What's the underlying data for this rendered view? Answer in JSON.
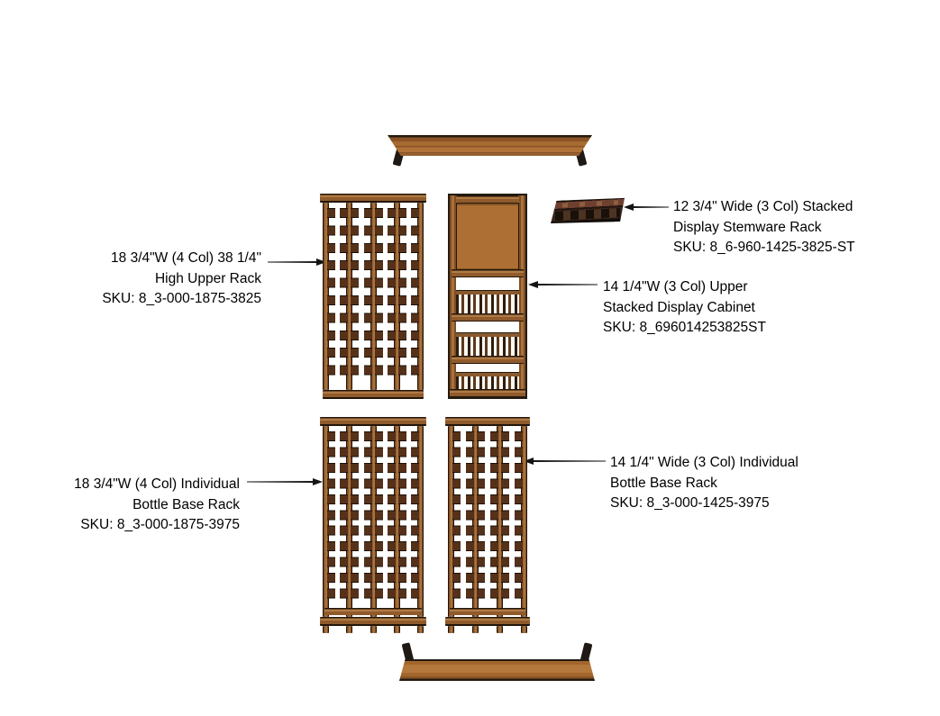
{
  "parts": [
    {
      "id": "upper-rack-4col",
      "label_lines": [
        "18 3/4\"W (4 Col) 38 1/4\"",
        "High Upper Rack",
        "SKU: 8_3-000-1875-3825"
      ],
      "sku": "8_3-000-1875-3825"
    },
    {
      "id": "stemware-rack",
      "label_lines": [
        "12 3/4\" Wide (3 Col) Stacked",
        "Display Stemware Rack",
        "SKU: 8_6-960-1425-3825-ST"
      ],
      "sku": "8_6-960-1425-3825-ST"
    },
    {
      "id": "display-cabinet",
      "label_lines": [
        "14 1/4\"W (3 Col) Upper",
        "Stacked Display Cabinet",
        "SKU: 8_696014253825ST"
      ],
      "sku": "8_696014253825ST"
    },
    {
      "id": "base-rack-4col",
      "label_lines": [
        "18 3/4\"W (4 Col) Individual",
        "Bottle Base Rack",
        "SKU: 8_3-000-1875-3975"
      ],
      "sku": "8_3-000-1875-3975"
    },
    {
      "id": "base-rack-3col",
      "label_lines": [
        "14 1/4\" Wide (3 Col) Individual",
        "Bottle Base Rack",
        "SKU: 8_3-000-1425-3975"
      ],
      "sku": "8_3-000-1425-3975"
    }
  ],
  "figures": {
    "upper_rack_4col": {
      "columns": 4,
      "bottle_rows": 10
    },
    "display_cabinet": {
      "columns": 3,
      "cubby_rows": 3
    },
    "stemware_rack": {
      "columns": 3
    },
    "base_rack_4col": {
      "columns": 4,
      "bottle_rows": 11
    },
    "base_rack_3col": {
      "columns": 3,
      "bottle_rows": 11
    },
    "crown_molding": {},
    "base_molding": {}
  },
  "colors": {
    "background": "#ffffff",
    "text": "#000000",
    "wood_light": "#b5783c",
    "wood_mid": "#9c6434",
    "wood_dark": "#7d4e24",
    "outline": "#23150a",
    "bottle_knob": "#56311a",
    "stemware_body": "#3a251a",
    "leader_line": "#141414"
  }
}
